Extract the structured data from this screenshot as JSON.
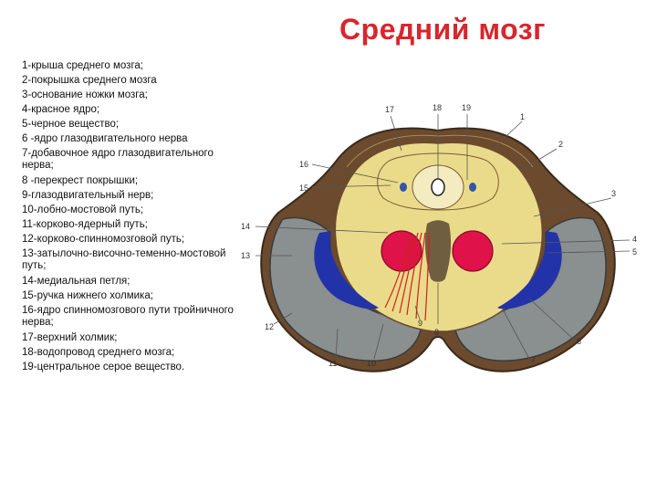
{
  "title": "Средний  мозг",
  "legend": [
    "1-крыша среднего мозга;",
    " 2-покрышка среднего мозга",
    "3-основание ножки мозга;",
    "4-красное ядро;",
    "5-черное вещество;",
    " 6 -ядро глазодвигательного нерва",
    "7-добавочное ядро глазодвигательного нерва;",
    "8 -перекрест покрышки;",
    "9-глазодвигательный нерв;",
    "10-лобно-мостовой путь;",
    " 11-корково-ядерный путь;",
    "12-корково-спинномозговой путь;",
    "13-затылочно-височно-теменно-мостовой путь;",
    "14-медиальная петля;",
    "15-ручка нижнего холмика;",
    "16-ядро спинномозгового пути тройничного нерва;",
    "17-верхний холмик;",
    "18-водопровод среднего мозга;",
    "19-центральное серое вещество."
  ],
  "figure_labels": {
    "l1": "1",
    "l2": "2",
    "l3": "3",
    "l4": "4",
    "l5": "5",
    "l6": "6",
    "l7": "7",
    "l8": "8",
    "l9": "9",
    "l10": "10",
    "l11": "11",
    "l12": "12",
    "l13": "13",
    "l14": "14",
    "l15": "15",
    "l16": "16",
    "l17": "17",
    "l18": "18",
    "l19": "19"
  },
  "colors": {
    "title": "#d8262c",
    "outer_band": "#6b4a2e",
    "gray_field": "#8a8f8f",
    "tegmentum_fill": "#eadb8a",
    "red_nucleus": "#e0124a",
    "substantia_nigra": "#2233aa",
    "fiber_red": "#cc2222"
  }
}
